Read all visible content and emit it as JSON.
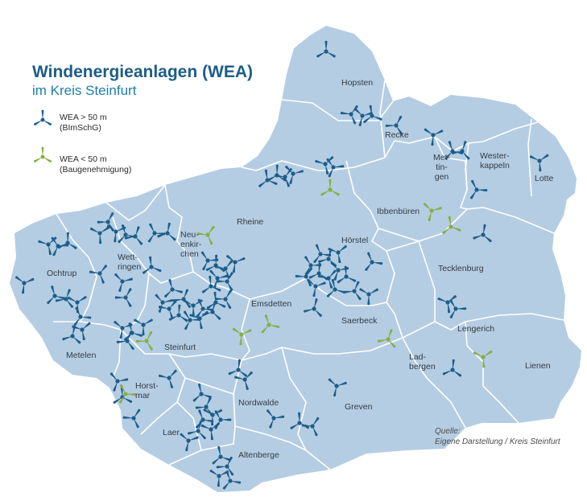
{
  "title": "Windenergieanlagen (WEA)",
  "subtitle": "im Kreis Steinfurt",
  "colors": {
    "land": "#b4cde3",
    "border": "#ffffff",
    "large_turbine": "#1d5d8a",
    "small_turbine": "#86ae45",
    "title": "#1c5d86",
    "subtitle": "#1c7ea8"
  },
  "legend": [
    {
      "icon": "turbine-blue-icon",
      "line1": "WEA > 50 m",
      "line2": "(BImSchG)"
    },
    {
      "icon": "turbine-green-icon",
      "line1": "WEA < 50 m",
      "line2": "(Baugenehmigung)"
    }
  ],
  "places": {
    "hopsten": [
      "Hopsten"
    ],
    "recke": [
      "Recke"
    ],
    "mettingen": [
      "Met-",
      "tin-",
      "gen"
    ],
    "westerkappeln": [
      "Wester-",
      "kappeln"
    ],
    "lotte": [
      "Lotte"
    ],
    "rheine": [
      "Rheine"
    ],
    "ibbenbueren": [
      "Ibbenbüren"
    ],
    "neuenkirchen": [
      "Neu-",
      "enkir-",
      "chen"
    ],
    "hoerstel": [
      "Hörstel"
    ],
    "tecklenburg": [
      "Tecklenburg"
    ],
    "ochtrup": [
      "Ochtrup"
    ],
    "wettringen": [
      "Wett-",
      "ringen"
    ],
    "emsdetten": [
      "Emsdetten"
    ],
    "saerbeck": [
      "Saerbeck"
    ],
    "lengerich": [
      "Lengerich"
    ],
    "metelen": [
      "Metelen"
    ],
    "steinfurt": [
      "Steinfurt"
    ],
    "ladbergen": [
      "Lad-",
      "bergen"
    ],
    "lienen": [
      "Lienen"
    ],
    "horstmar": [
      "Horst-",
      "mar"
    ],
    "nordwalde": [
      "Nordwalde"
    ],
    "greven": [
      "Greven"
    ],
    "laer": [
      "Laer"
    ],
    "altenberge": [
      "Altenberge"
    ]
  },
  "source": [
    "Quelle:",
    "Eigene Darstellung / Kreis Steinfurt"
  ]
}
